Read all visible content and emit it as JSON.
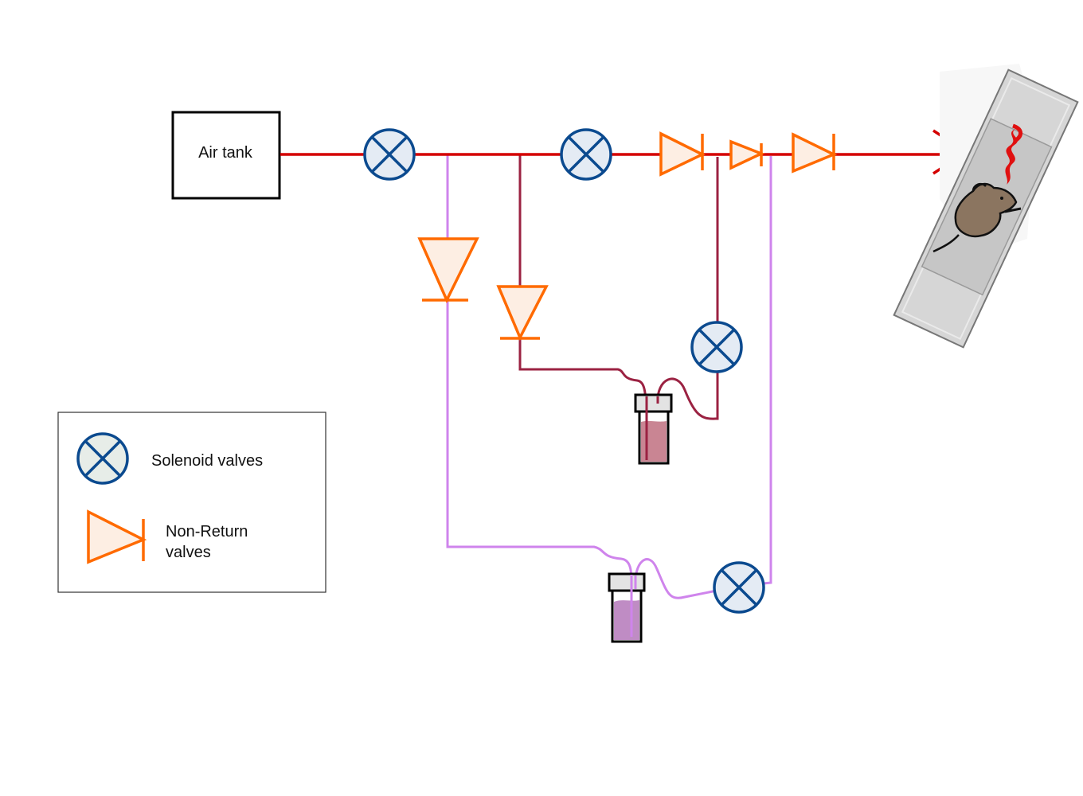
{
  "title": "Odor delivery air-flow setup",
  "colors": {
    "main_line": "#d40000",
    "branch_dark_line": "#9b2242",
    "branch_light_line": "#cf84ec",
    "solenoid_stroke": "#0b4a8f",
    "solenoid_fill": "#e4ebf4",
    "nrv_stroke": "#ff6a00",
    "nrv_fill": "#fdeee3",
    "vial_dark_liquid": "#c98593",
    "vial_light_liquid": "#bf8cc4",
    "chamber_gray": "#c9c9c9",
    "mouse_brown": "#8b7560",
    "odor_red": "#e01010"
  },
  "components": {
    "air_tank": {
      "label": "Air tank"
    },
    "solenoid_valves": [
      {
        "id": "sv-main-1",
        "line": "main"
      },
      {
        "id": "sv-main-2",
        "line": "main"
      },
      {
        "id": "sv-dark-branch",
        "line": "dark-branch"
      },
      {
        "id": "sv-light-branch",
        "line": "light-branch"
      }
    ],
    "non_return_valves": [
      {
        "id": "nrv-main-1",
        "line": "main",
        "direction": "right"
      },
      {
        "id": "nrv-main-2",
        "line": "main",
        "direction": "right"
      },
      {
        "id": "nrv-main-3",
        "line": "main",
        "direction": "right"
      },
      {
        "id": "nrv-light-branch",
        "line": "light-branch",
        "direction": "down"
      },
      {
        "id": "nrv-dark-branch",
        "line": "dark-branch",
        "direction": "down"
      }
    ],
    "odor_vials": [
      {
        "id": "vial-dark",
        "liquid": "dark"
      },
      {
        "id": "vial-light",
        "liquid": "light"
      }
    ],
    "output": {
      "target": "mouse chamber",
      "icon": "mouse-icon",
      "odor_icon": "odor-plume-icon"
    }
  },
  "legend": {
    "items": [
      {
        "icon": "solenoid-valve-icon",
        "label": "Solenoid valves"
      },
      {
        "icon": "non-return-valve-icon",
        "label_line1": "Non-Return",
        "label_line2": "valves"
      }
    ]
  }
}
